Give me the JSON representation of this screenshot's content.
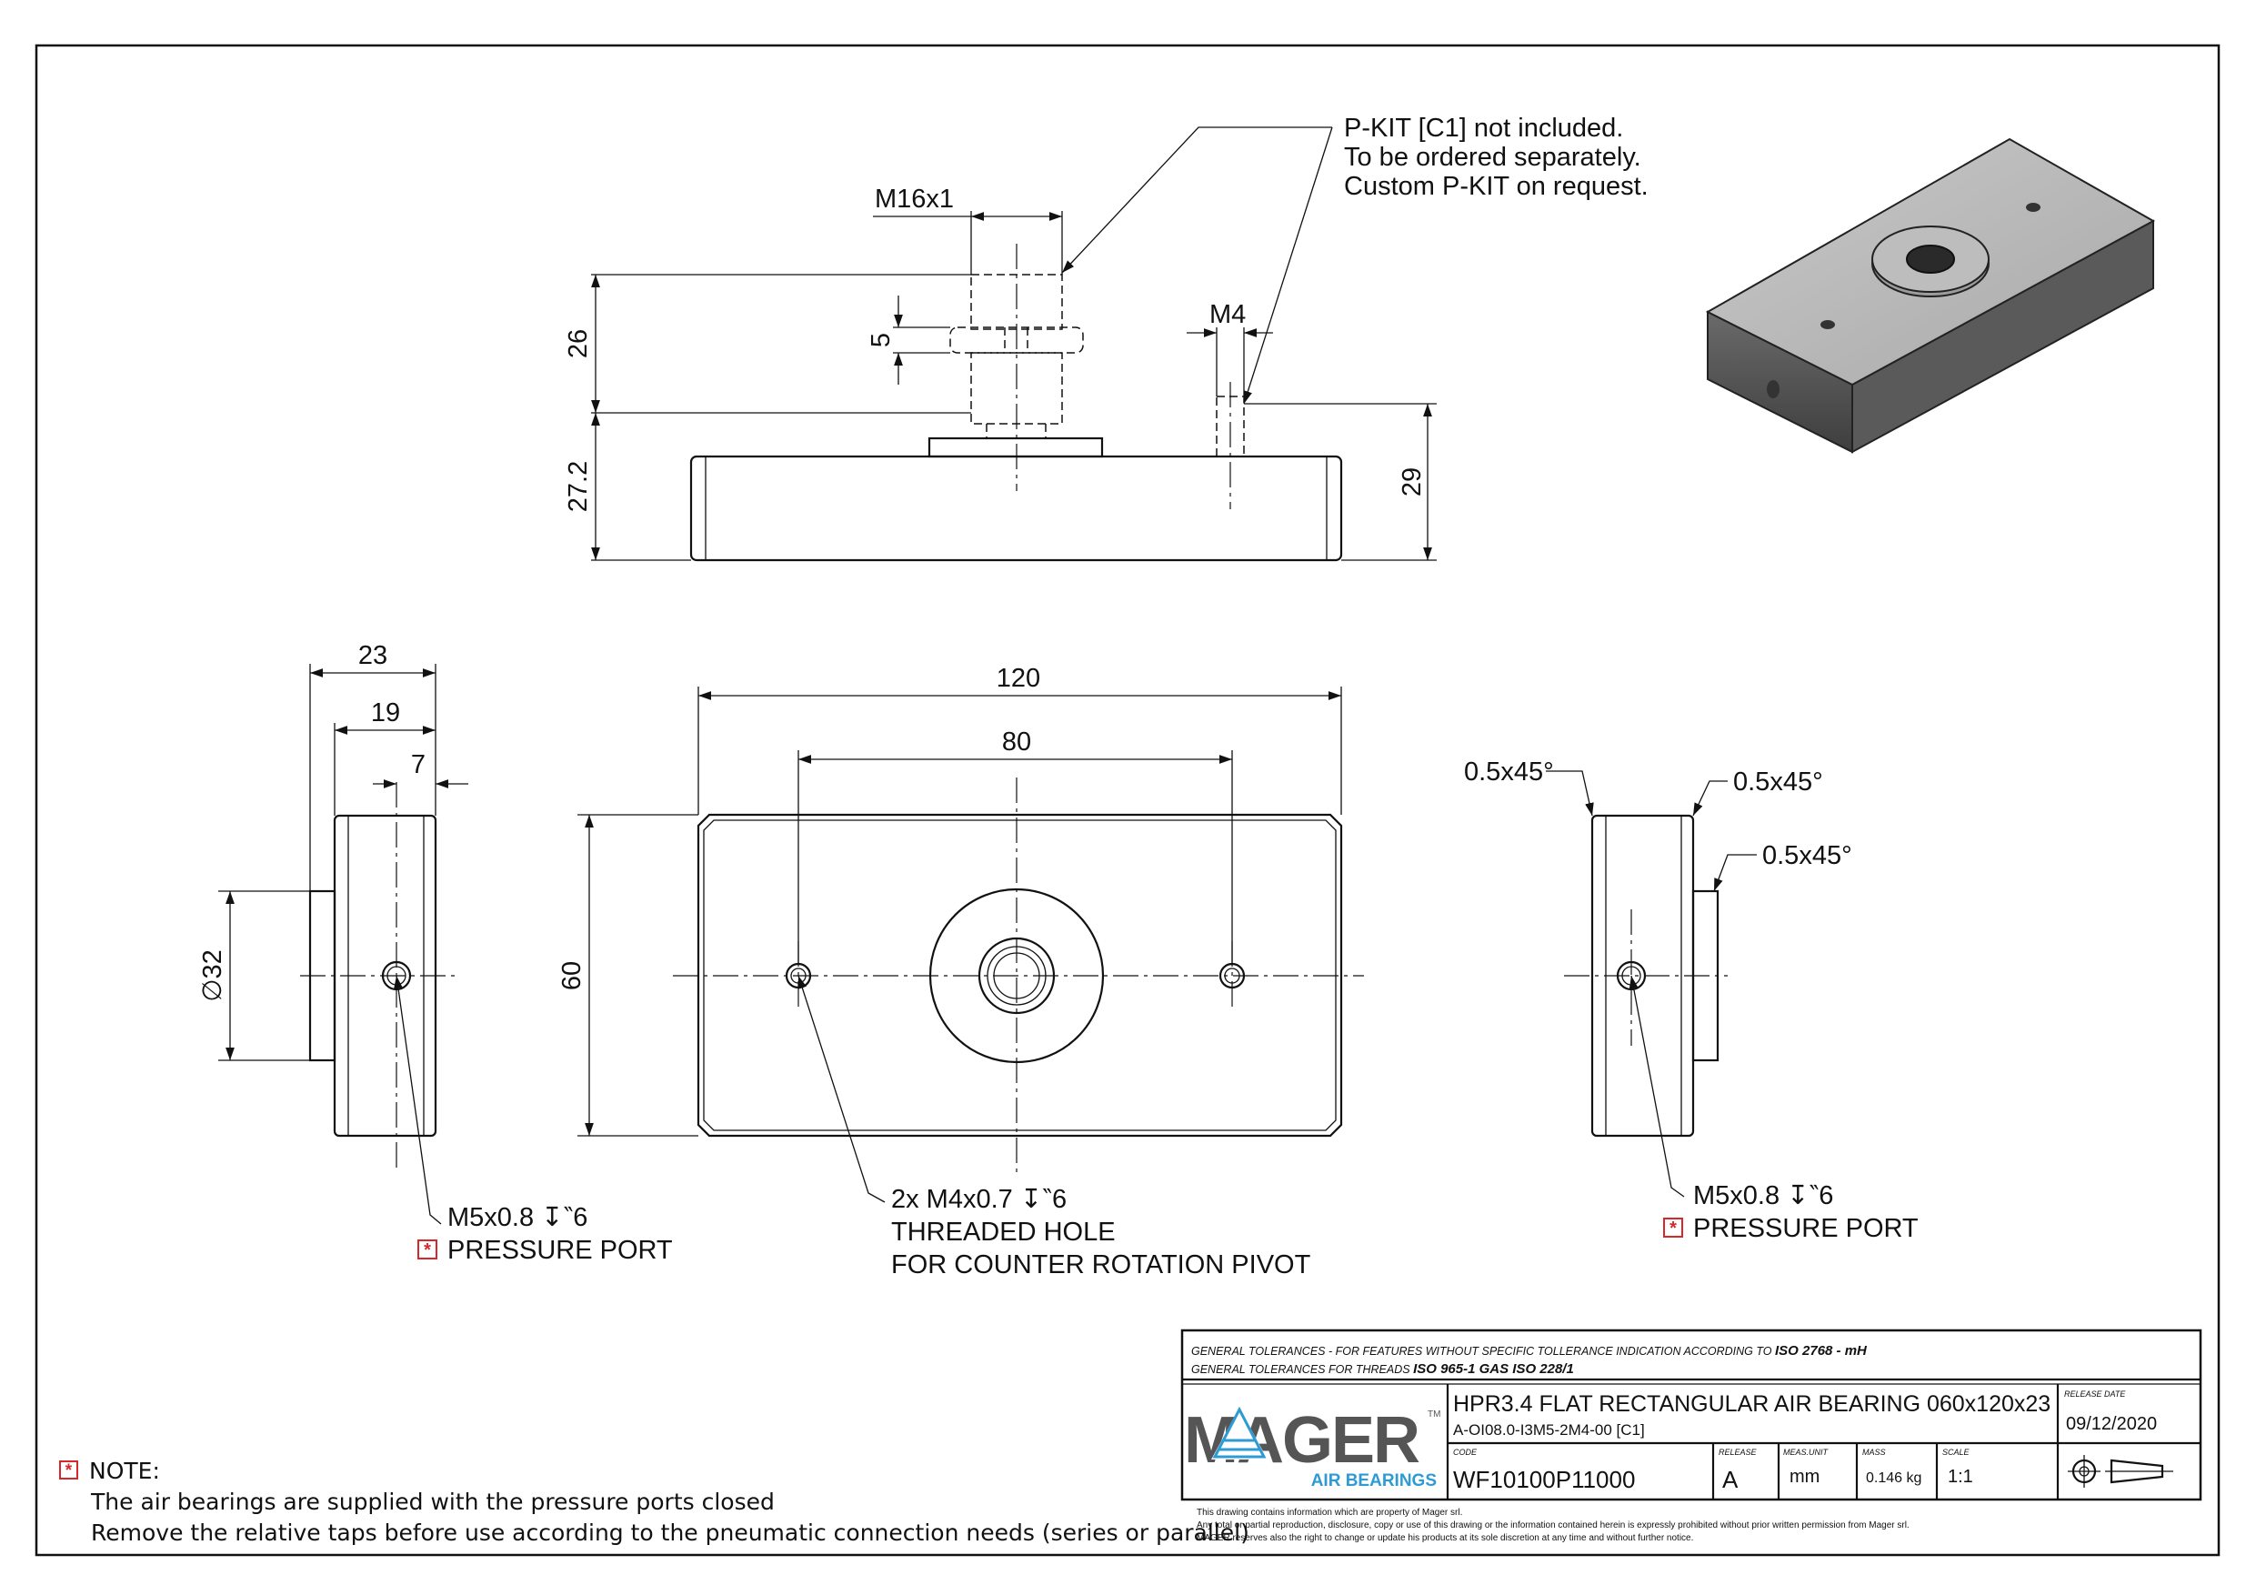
{
  "callouts": {
    "pkit": [
      "P-KIT [C1] not included.",
      "To be ordered separately.",
      "Custom P-KIT on request."
    ],
    "port_left": [
      "M5x0.8 ↧‶6",
      "PRESSURE PORT"
    ],
    "port_right": [
      "M5x0.8 ↧‶6",
      "PRESSURE PORT"
    ],
    "threaded_hole": [
      "2x M4x0.7 ↧‶6",
      "THREADED HOLE",
      "FOR COUNTER ROTATION PIVOT"
    ],
    "chamfers": [
      "0.5x45°",
      "0.5x45°",
      "0.5x45°"
    ]
  },
  "dimensions": {
    "m16": "M16x1",
    "m4": "M4",
    "d26": "26",
    "d5": "5",
    "d27_2": "27.2",
    "d29": "29",
    "d23": "23",
    "d19": "19",
    "d7": "7",
    "d32": "∅32",
    "d120": "120",
    "d80": "80",
    "d60": "60"
  },
  "note": {
    "title": "NOTE:",
    "line1": "The air bearings are supplied with the pressure ports closed",
    "line2": "Remove the relative taps before use according to the pneumatic connection needs (series or parallel)"
  },
  "title_block": {
    "tol1_prefix": "GENERAL TOLERANCES - FOR FEATURES WITHOUT  SPECIFIC TOLLERANCE INDICATION ACCORDING TO",
    "tol1_bold": "ISO 2768 - mH",
    "tol2_prefix": "GENERAL TOLERANCES FOR THREADS",
    "tol2_bold": "ISO 965-1 GAS ISO 228/1",
    "logo_main": "MAGER",
    "logo_tm": "TM",
    "logo_sub": "AIR BEARINGS",
    "title": "HPR3.4  FLAT RECTANGULAR AIR BEARING 060x120x23",
    "subtitle": "A-OI08.0-I3M5-2M4-00 [C1]",
    "release_date_label": "RELEASE DATE",
    "release_date": "09/12/2020",
    "code_label": "CODE",
    "code": "WF10100P11000",
    "release_label": "RELEASE",
    "release": "A",
    "meas_label": "MEAS.UNIT",
    "meas": "mm",
    "mass_label": "MASS",
    "mass": "0.146 kg",
    "scale_label": "SCALE",
    "scale": "1:1",
    "footer1": "This drawing contains information which are property of Mager srl.",
    "footer2": "Any total or partial reproduction, disclosure, copy or use of this drawing or the information contained herein is expressly prohibited without prior written permission from Mager srl.",
    "footer3": "MAGER reserves also the right to change or update his products  at its sole discretion at any time and without further notice."
  },
  "colors": {
    "line": "#111111",
    "accent": "#d9262b",
    "logo": "#2e9bd4",
    "logo_dark": "#555555"
  }
}
